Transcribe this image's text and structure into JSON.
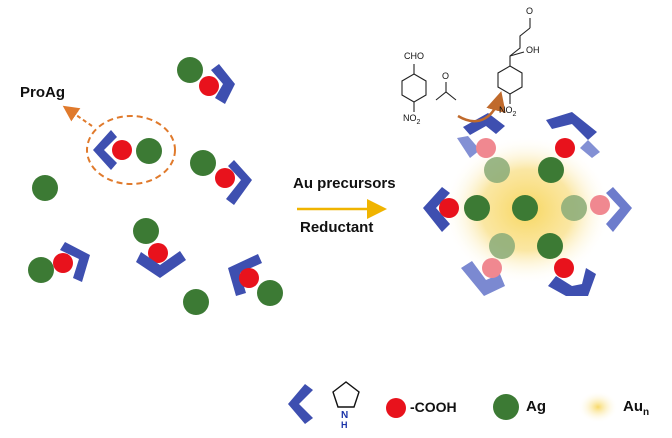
{
  "labels": {
    "proag": "ProAg",
    "arrow_top": "Au precursors",
    "arrow_bottom": "Reductant"
  },
  "molecules": {
    "aldehyde_top": "CHO",
    "aldehyde_bottom": "NO",
    "aldehyde_bottom_sub": "2",
    "ketone_product_top": "O",
    "ketone_product_oh": "OH",
    "ketone_product_bottom": "NO",
    "ketone_product_bottom_sub": "2",
    "acetone_o": "O"
  },
  "legend": {
    "amine_label": "N",
    "amine_h": "H",
    "cooh": "-COOH",
    "ag": "Ag",
    "au": "Au",
    "au_sub": "n"
  },
  "colors": {
    "chevron": "#3e4fb0",
    "chevron_light": "#6d7ccc",
    "red": "#e8121c",
    "green": "#3c7a34",
    "gold": "#f8d96a",
    "dashed": "#e07a2c",
    "arrow": "#f0b400",
    "curved_arrow": "#c06a2c"
  }
}
